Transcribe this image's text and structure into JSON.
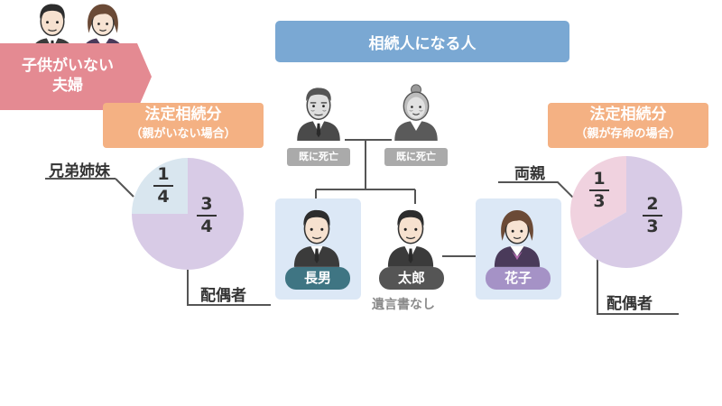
{
  "header": {
    "title": "相続人になる人",
    "ribbon_lines": [
      "子供がいない",
      "夫婦"
    ]
  },
  "left_box": {
    "title": "法定相続分",
    "subtitle": "（親がいない場合）"
  },
  "right_box": {
    "title": "法定相続分",
    "subtitle": "（親が存命の場合）"
  },
  "family": {
    "grandfather_tag": "既に死亡",
    "grandmother_tag": "既に死亡",
    "son": "長男",
    "taro": "太郎",
    "hanako": "花子",
    "note": "遺言書なし"
  },
  "left_labels": {
    "siblings": "兄弟姉妹",
    "spouse": "配偶者"
  },
  "right_labels": {
    "parents": "両親",
    "spouse": "配偶者"
  },
  "chart_data": [
    {
      "type": "pie",
      "slices": [
        {
          "label": "兄弟姉妹",
          "numerator": "1",
          "denominator": "4",
          "value": 0.25,
          "color": "#d9e6ef"
        },
        {
          "label": "配偶者",
          "numerator": "3",
          "denominator": "4",
          "value": 0.75,
          "color": "#d8cbe6"
        }
      ]
    },
    {
      "type": "pie",
      "slices": [
        {
          "label": "両親",
          "numerator": "1",
          "denominator": "3",
          "value": 0.3333,
          "color": "#f0d2df"
        },
        {
          "label": "配偶者",
          "numerator": "2",
          "denominator": "3",
          "value": 0.6667,
          "color": "#d8cbe6"
        }
      ]
    }
  ],
  "colors": {
    "title_blue": "#7aa8d3",
    "orange": "#f4b183",
    "ribbon_pink": "#e48a92",
    "son_teal": "#3f7583",
    "taro_dark": "#555555",
    "hanako_purple": "#a592c6",
    "panel_blue": "#dce8f6"
  }
}
